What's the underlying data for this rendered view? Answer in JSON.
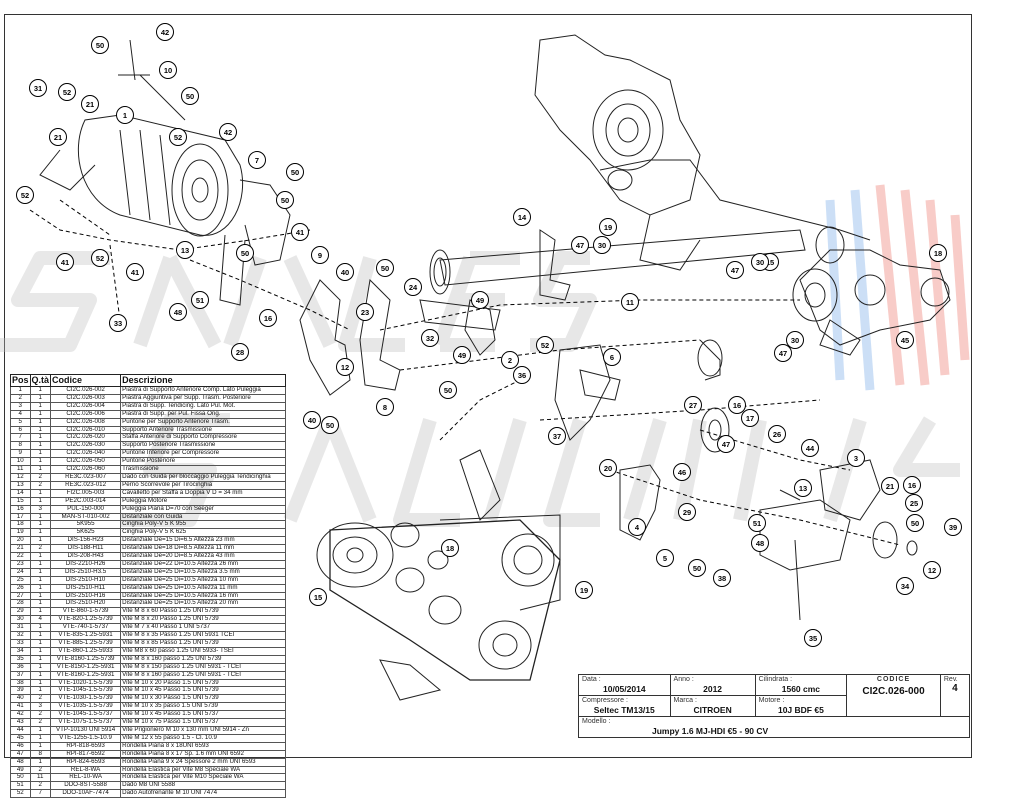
{
  "callouts": [
    {
      "n": "50"
    },
    {
      "n": "42"
    },
    {
      "n": "10"
    },
    {
      "n": "31"
    },
    {
      "n": "52"
    },
    {
      "n": "21"
    },
    {
      "n": "1"
    },
    {
      "n": "50"
    },
    {
      "n": "42"
    },
    {
      "n": "52"
    },
    {
      "n": "21"
    },
    {
      "n": "7"
    },
    {
      "n": "50"
    },
    {
      "n": "52"
    },
    {
      "n": "50"
    },
    {
      "n": "41"
    },
    {
      "n": "41"
    },
    {
      "n": "13"
    },
    {
      "n": "50"
    },
    {
      "n": "52"
    },
    {
      "n": "41"
    },
    {
      "n": "9"
    },
    {
      "n": "51"
    },
    {
      "n": "48"
    },
    {
      "n": "33"
    },
    {
      "n": "40"
    },
    {
      "n": "50"
    },
    {
      "n": "23"
    },
    {
      "n": "16"
    },
    {
      "n": "28"
    },
    {
      "n": "12"
    },
    {
      "n": "40"
    },
    {
      "n": "50"
    },
    {
      "n": "8"
    },
    {
      "n": "24"
    },
    {
      "n": "49"
    },
    {
      "n": "32"
    },
    {
      "n": "49"
    },
    {
      "n": "2"
    },
    {
      "n": "52"
    },
    {
      "n": "36"
    },
    {
      "n": "50"
    },
    {
      "n": "14"
    },
    {
      "n": "47"
    },
    {
      "n": "30"
    },
    {
      "n": "11"
    },
    {
      "n": "19"
    },
    {
      "n": "6"
    },
    {
      "n": "37"
    },
    {
      "n": "47"
    },
    {
      "n": "30"
    },
    {
      "n": "15"
    },
    {
      "n": "45"
    },
    {
      "n": "18"
    },
    {
      "n": "47"
    },
    {
      "n": "30"
    },
    {
      "n": "27"
    },
    {
      "n": "16"
    },
    {
      "n": "47"
    },
    {
      "n": "17"
    },
    {
      "n": "26"
    },
    {
      "n": "44"
    },
    {
      "n": "3"
    },
    {
      "n": "20"
    },
    {
      "n": "46"
    },
    {
      "n": "29"
    },
    {
      "n": "13"
    },
    {
      "n": "4"
    },
    {
      "n": "5"
    },
    {
      "n": "51"
    },
    {
      "n": "48"
    },
    {
      "n": "50"
    },
    {
      "n": "38"
    },
    {
      "n": "21"
    },
    {
      "n": "25"
    },
    {
      "n": "16"
    },
    {
      "n": "50"
    },
    {
      "n": "39"
    },
    {
      "n": "12"
    },
    {
      "n": "34"
    },
    {
      "n": "35"
    },
    {
      "n": "18"
    },
    {
      "n": "19"
    },
    {
      "n": "15"
    }
  ],
  "parts_table": {
    "headers": [
      "Pos",
      "Q.tà",
      "Codice",
      "Descrizione"
    ],
    "rows": [
      [
        "1",
        "1",
        "CI2C.026-002",
        "Piastra di Supporto Anteriore Comp. Lato Puleggia"
      ],
      [
        "2",
        "1",
        "CI2C.026-003",
        "Piastra Aggiuntiva per Supp. Trasm. Posteriore"
      ],
      [
        "3",
        "1",
        "CI2C.026-004",
        "Piastra di Supp. Tendicing. Lato Pul. Mot."
      ],
      [
        "4",
        "1",
        "CI2C.026-006",
        "Piastra di Supp. per Pul. Fissa Orig."
      ],
      [
        "5",
        "1",
        "CI2C.026-008",
        "Puntone per Supporto Anteriore Trasm."
      ],
      [
        "6",
        "1",
        "CI2C.026-010",
        "Supporto Anteriore Trasmissione"
      ],
      [
        "7",
        "1",
        "CI2C.026-020",
        "Staffa Anteriore di Supporto Compressore"
      ],
      [
        "8",
        "1",
        "CI2C.026-030",
        "Supporto Posteriore Trasmissione"
      ],
      [
        "9",
        "1",
        "CI2C.026-040",
        "Puntone Inferiore per Compressore"
      ],
      [
        "10",
        "1",
        "CI2C.026-050",
        "Puntone Posteriore"
      ],
      [
        "11",
        "1",
        "CI2C.026-060",
        "Trasmissione"
      ],
      [
        "12",
        "2",
        "RE3C.023-007",
        "Dado con Guida per bloccaggio Puleggia Tendicinghia"
      ],
      [
        "13",
        "2",
        "RE3C.023-012",
        "Perno Scorrevole per Tirocinghia"
      ],
      [
        "14",
        "1",
        "FI2C.005-003",
        "Cavalletto per Staffa a Doppia V D = 34 mm"
      ],
      [
        "15",
        "1",
        "PE2C.003-014",
        "Puleggia Motore"
      ],
      [
        "16",
        "3",
        "PUL-150-000",
        "Puleggia Piana D=70 con Seeger"
      ],
      [
        "17",
        "1",
        "MAN-ST-010-002",
        "Distanziale con Guida"
      ],
      [
        "18",
        "1",
        "5K955",
        "Cinghia Poly-V 5 K 955"
      ],
      [
        "19",
        "1",
        "5K625",
        "Cinghia Poly-V 5 K 625"
      ],
      [
        "20",
        "1",
        "DIS-156-H23",
        "Distanziale De=15 Di=6.5 Altezza 23 mm"
      ],
      [
        "21",
        "2",
        "DIS-188-H11",
        "Distanziale De=18 Di=8.5 Altezza 11 mm"
      ],
      [
        "22",
        "1",
        "DIS-208-H43",
        "Distanziale De=20 Di=8.5 Altezza 43 mm"
      ],
      [
        "23",
        "1",
        "DIS-2210-H26",
        "Distanziale De=22 Di=10.5 Altezza 26 mm"
      ],
      [
        "24",
        "1",
        "DIS-2510-H3.5",
        "Distanziale De=25 Di=10.5 Altezza 3.5 mm"
      ],
      [
        "25",
        "1",
        "DIS-2510-H10",
        "Distanziale De=25 Di=10.5 Altezza 10 mm"
      ],
      [
        "26",
        "1",
        "DIS-2510-H11",
        "Distanziale De=25 Di=10.5 Altezza 11 mm"
      ],
      [
        "27",
        "1",
        "DIS-2510-H16",
        "Distanziale De=25 Di=10.5 Altezza 16 mm"
      ],
      [
        "28",
        "1",
        "DIS-2510-H20",
        "Distanziale De=25 Di=10.5 Altezza 20 mm"
      ],
      [
        "29",
        "1",
        "VTE-860-1-5739",
        "Vite M 8 x 60 Passo 1.25 UNI 5739"
      ],
      [
        "30",
        "4",
        "VTE-820-1.25-5739",
        "Vite M 8 x 20 Passo 1.25 UNI 5739"
      ],
      [
        "31",
        "1",
        "VTE-740-1-5737",
        "Vite M 7 x 40 Passo 1 UNI 5737"
      ],
      [
        "32",
        "1",
        "VTE-835-1.25-5931",
        "Vite M 8 x 35 Passo 1.25 UNI 5931 TCEI"
      ],
      [
        "33",
        "1",
        "VTE-885-1.25-5739",
        "Vite M 8 x 85 Passo 1.25 UNI 5739"
      ],
      [
        "34",
        "1",
        "VTE-860-1.25-5933",
        "Vite M8 x 60 passo 1.25 UNI 5933- TSEI"
      ],
      [
        "35",
        "1",
        "VTE-8160-1.25-5739",
        "Vite M 8 x 160 passo 1.25 UNI 5739"
      ],
      [
        "36",
        "1",
        "VTE-8150-1.25-5931",
        "Vite M 8 x 150 passo 1.25 UNI 5931 - TCEI"
      ],
      [
        "37",
        "1",
        "VTE-8160-1.25-5931",
        "Vite M 8 x 160 passo 1.25 UNI 5931 - TCEI"
      ],
      [
        "38",
        "1",
        "VTE-1020-1.5-5739",
        "Vite M 10 x 20 Passo 1.5 UNI 5739"
      ],
      [
        "39",
        "1",
        "VTE-1045-1.5-5739",
        "Vite M 10 x 45 Passo 1.5 UNI 5739"
      ],
      [
        "40",
        "2",
        "VTE-1030-1.5-5739",
        "Vite M 10 x 30 Passo 1.5 UNI 5739"
      ],
      [
        "41",
        "3",
        "VTE-1035-1.5-5739",
        "Vite M 10 x 35 passo 1.5 UNI 5739"
      ],
      [
        "42",
        "2",
        "VTE-1045-1.5-5737",
        "Vite M 10 x 45 Passo 1.5 UNI 5737"
      ],
      [
        "43",
        "2",
        "VTE-1075-1.5-5737",
        "Vite M 10 x 75 Passo 1.5 UNI 5737"
      ],
      [
        "44",
        "1",
        "VTP-10130 UNI 5914",
        "Vite Prigioniero M 10 x 130 mm UNI 5914 - Zn"
      ],
      [
        "45",
        "1",
        "VTE-1255-1.5-10.9",
        "Vite M 12 x 55 passo 1.5 - Cl. 10.9"
      ],
      [
        "46",
        "1",
        "RPI-818-6593",
        "Rondella Piana 8 x 18UNI 6593"
      ],
      [
        "47",
        "8",
        "RPI-817-6592",
        "Rondella Piana 8 x 17 Sp. 1.6 mm UNI 6592"
      ],
      [
        "48",
        "1",
        "RPI-824-6593",
        "Rondella Piana 9 x 24 Spessore 2 mm UNI 6593"
      ],
      [
        "49",
        "2",
        "REL-8-WA",
        "Rondella Elastica per Vite M8 Speciale WA"
      ],
      [
        "50",
        "11",
        "REL-10-WA",
        "Rondella Elastica per Vite M10 Speciale WA"
      ],
      [
        "51",
        "2",
        "DDO-8ST-5588",
        "Dado M8 UNI 5588"
      ],
      [
        "52",
        "7",
        "DDO-10AF-7474",
        "Dado Autofrenante M 10 UNI 7474"
      ]
    ]
  },
  "title_block": {
    "data_label": "Data :",
    "data_value": "10/05/2014",
    "anno_label": "Anno :",
    "anno_value": "2012",
    "cilindrata_label": "Cilindrata :",
    "cilindrata_value": "1560 cmc",
    "codice_label": "CODICE",
    "codice_value": "CI2C.026-000",
    "rev_label": "Rev.",
    "rev_value": "4",
    "compressore_label": "Compressore :",
    "compressore_value": "Seltec TM13/15",
    "marca_label": "Marca :",
    "marca_value": "CITROEN",
    "motore_label": "Motore :",
    "motore_value": "10J BDF €5",
    "modello_label": "Modello :",
    "modello_value": "Jumpy 1.6 MJ-HDI €5 - 90 CV"
  }
}
